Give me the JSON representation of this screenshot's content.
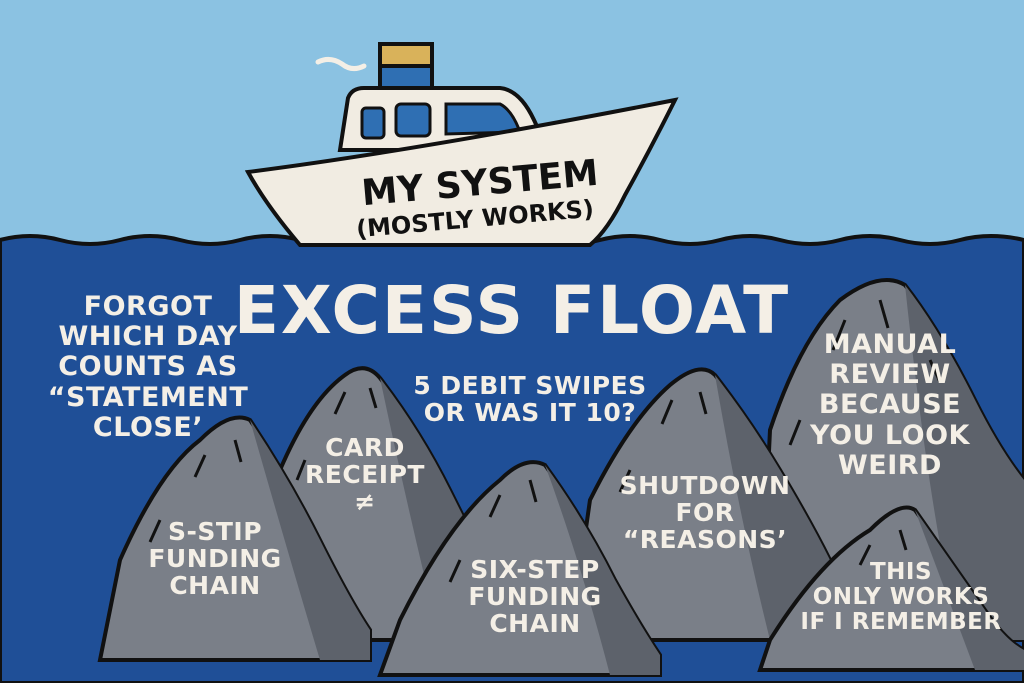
{
  "colors": {
    "sky": "#8bc2e2",
    "sea": "#1f4f97",
    "rock": "#7a7f88",
    "rock_shadow": "#5d626b",
    "text": "#f4efe6",
    "boat_hull": "#f1ece2",
    "boat_window": "#2f6fb3",
    "funnel_top": "#d9b25a",
    "funnel_bottom": "#2f6fb3"
  },
  "boat": {
    "line1": "MY SYSTEM",
    "line2": "(MOSTLY WORKS)"
  },
  "headline": "EXCESS FLOAT",
  "annotations": {
    "forgot": [
      "FORGOT",
      "WHICH DAY",
      "COUNTS AS",
      "“STATEMENT",
      "CLOSE’"
    ],
    "swipes": [
      "5 DEBIT SWIPES",
      "OR WAS IT 10?"
    ],
    "manual": [
      "MANUAL",
      "REVIEW",
      "BECAUSE",
      "YOU LOOK",
      "WEIRD"
    ],
    "card": [
      "CARD",
      "RECEIPT",
      "≠"
    ],
    "sstip": [
      "S-STIP",
      "FUNDING",
      "CHAIN"
    ],
    "sixstep": [
      "SIX-STEP",
      "FUNDING",
      "CHAIN"
    ],
    "shutdown": [
      "SHUTDOWN",
      "FOR",
      "“REASONS’"
    ],
    "remember": [
      "THIS",
      "ONLY WORKS",
      "IF I REMEMBER"
    ]
  }
}
